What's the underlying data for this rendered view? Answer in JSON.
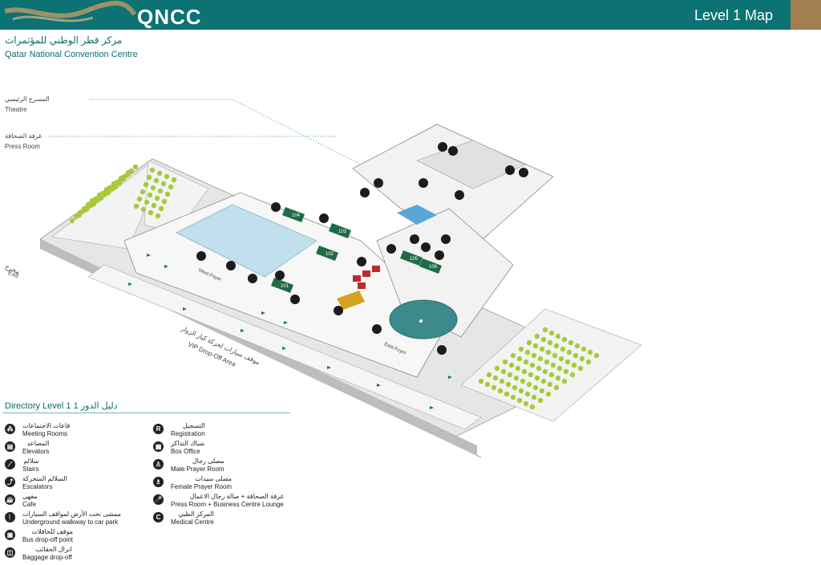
{
  "header": {
    "logo_text": "QNCC",
    "title": "Level 1 Map"
  },
  "org": {
    "name_ar": "مركز قطر الوطني للمؤتمرات",
    "name_en": "Qatar National Convention Centre"
  },
  "callouts": {
    "theatre_ar": "المسرح الرئيسي",
    "theatre_en": "Theatre",
    "press_ar": "غرفة الصحافة",
    "press_en": "Press Room",
    "exit_ar": "مخرج",
    "exit_en": "Exit",
    "vip_ar": "موقف سيارات لحركة كبار الزوار",
    "vip_en": "VIP Drop-Off Area",
    "west_foyer": "West Foyer",
    "east_foyer": "East Foyer"
  },
  "rooms": [
    "104",
    "103",
    "102",
    "101",
    "105",
    "106"
  ],
  "directory": {
    "title": "Directory Level 1 دليل الدور 1",
    "left": [
      {
        "icon": "meeting-rooms-icon",
        "glyph": "⁂",
        "ar": "قاعات الاجتماعات",
        "en": "Meeting Rooms"
      },
      {
        "icon": "elevators-icon",
        "glyph": "▤",
        "ar": "المصاعد",
        "en": "Elevators"
      },
      {
        "icon": "stairs-icon",
        "glyph": "⟋",
        "ar": "سلالم",
        "en": "Stairs"
      },
      {
        "icon": "escalators-icon",
        "glyph": "⤴",
        "ar": "السلالم المتحركة",
        "en": "Escalators"
      },
      {
        "icon": "cafe-icon",
        "glyph": "☕",
        "ar": "مقهى",
        "en": "Cafe"
      },
      {
        "icon": "walkway-icon",
        "glyph": "🚶",
        "ar": "ممشى تحت الأرض لمواقف السيارات",
        "en": "Underground walkway to car park"
      },
      {
        "icon": "bus-icon",
        "glyph": "▣",
        "ar": "موقف للحافلات",
        "en": "Bus drop-off point"
      },
      {
        "icon": "baggage-icon",
        "glyph": "◫",
        "ar": "انزال الحقائب",
        "en": "Baggage drop-off"
      }
    ],
    "right": [
      {
        "icon": "registration-icon",
        "glyph": "R",
        "ar": "التسجيل",
        "en": "Registration"
      },
      {
        "icon": "box-office-icon",
        "glyph": "▦",
        "ar": "شباك التذاكر",
        "en": "Box Office"
      },
      {
        "icon": "male-prayer-icon",
        "glyph": "♙",
        "ar": "مصلى رجال",
        "en": "Male Prayer Room"
      },
      {
        "icon": "female-prayer-icon",
        "glyph": "♗",
        "ar": "مصلى سيدات",
        "en": "Female Prayer Room"
      },
      {
        "icon": "press-room-icon",
        "glyph": "🎤",
        "ar": "غرفة الصحافة + صالة رجال الاعمال",
        "en": "Press Room + Business Centre Lounge"
      },
      {
        "icon": "medical-centre-icon",
        "glyph": "C",
        "ar": "المركز الطبي",
        "en": "Medical Centre"
      }
    ]
  },
  "colors": {
    "header": "#0c7273",
    "gold": "#a37f50",
    "room": "#1e6b46",
    "registration": "#c0282d",
    "hall": "#bfe0ec",
    "theatre": "#3d8a8c",
    "tree": "#a8c93a"
  }
}
